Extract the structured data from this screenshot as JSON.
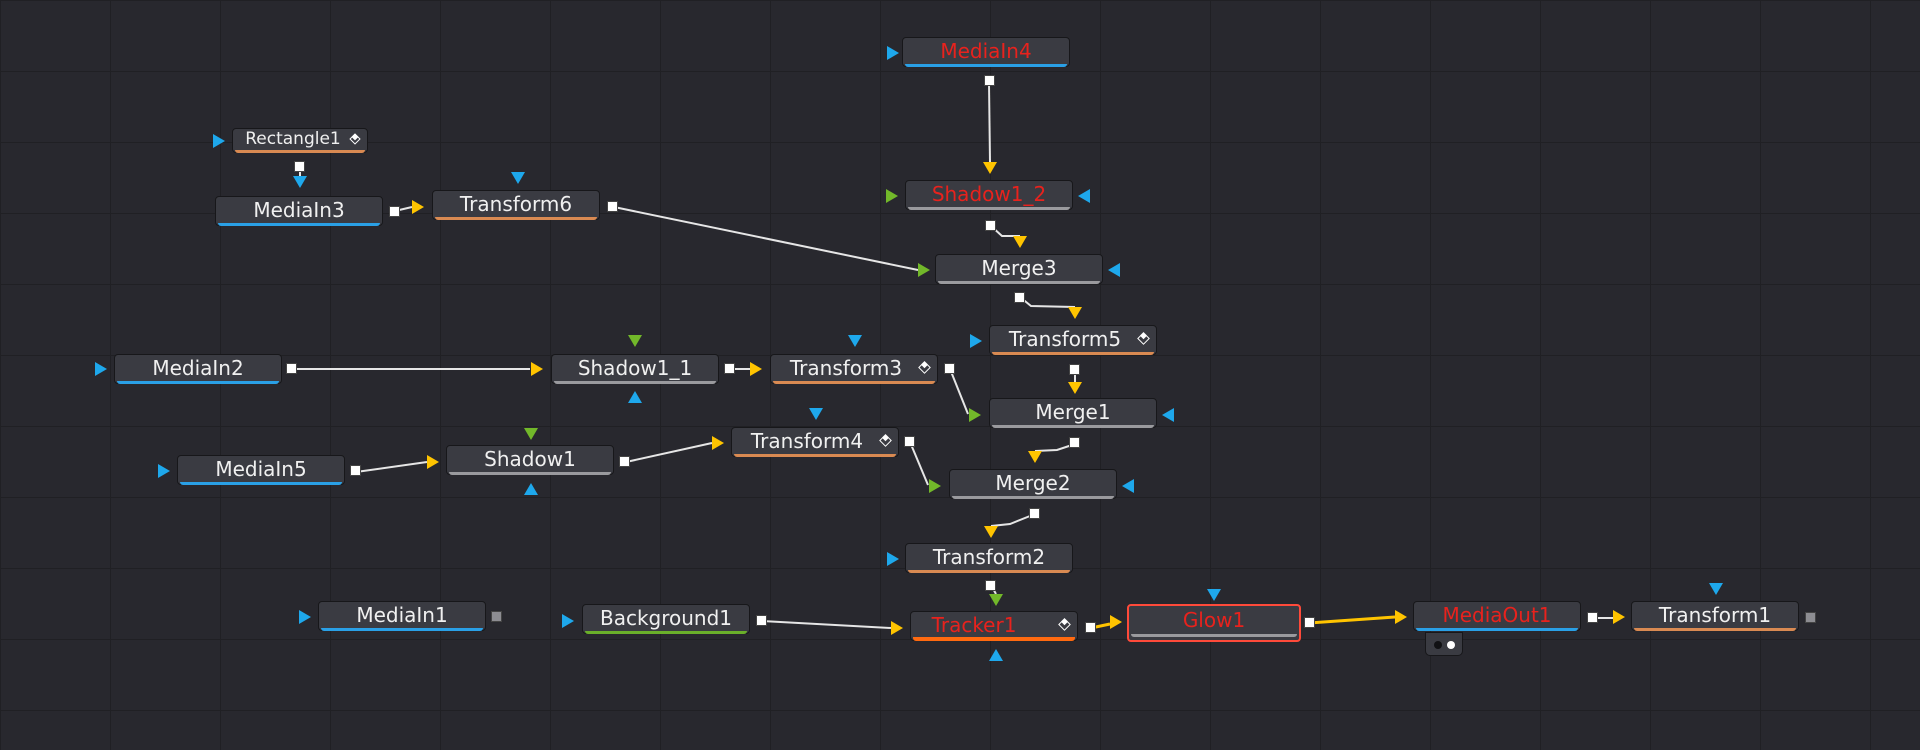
{
  "colors": {
    "background": "#28282e",
    "wire_main": "#ffc400",
    "port_yellow": "#ffc400",
    "port_blue": "#1ea8ec",
    "port_green": "#72b82a",
    "bar_blue": "#2aa0e6",
    "bar_orange": "#d98a52",
    "bar_grey": "#9a9a9e",
    "bar_green": "#6aaf2a",
    "bar_brightorange": "#ff6a10",
    "text_red": "#e8221d"
  },
  "nodes": {
    "medialn4": {
      "label": "MediaIn4"
    },
    "rectangle1": {
      "label": "Rectangle1"
    },
    "medialn3": {
      "label": "MediaIn3"
    },
    "transform6": {
      "label": "Transform6"
    },
    "shadow1_2": {
      "label": "Shadow1_2"
    },
    "merge3": {
      "label": "Merge3"
    },
    "transform5": {
      "label": "Transform5"
    },
    "medialn2": {
      "label": "MediaIn2"
    },
    "shadow1_1": {
      "label": "Shadow1_1"
    },
    "transform3": {
      "label": "Transform3"
    },
    "merge1": {
      "label": "Merge1"
    },
    "medialn5": {
      "label": "MediaIn5"
    },
    "shadow1": {
      "label": "Shadow1"
    },
    "transform4": {
      "label": "Transform4"
    },
    "merge2": {
      "label": "Merge2"
    },
    "transform2": {
      "label": "Transform2"
    },
    "medialn1": {
      "label": "MediaIn1"
    },
    "background1": {
      "label": "Background1"
    },
    "tracker1": {
      "label": "Tracker1"
    },
    "glow1": {
      "label": "Glow1"
    },
    "mediaout1": {
      "label": "MediaOut1"
    },
    "transform1": {
      "label": "Transform1"
    }
  },
  "view_indicator": {
    "dot_colors": [
      "#111114",
      "#ffffff"
    ]
  }
}
